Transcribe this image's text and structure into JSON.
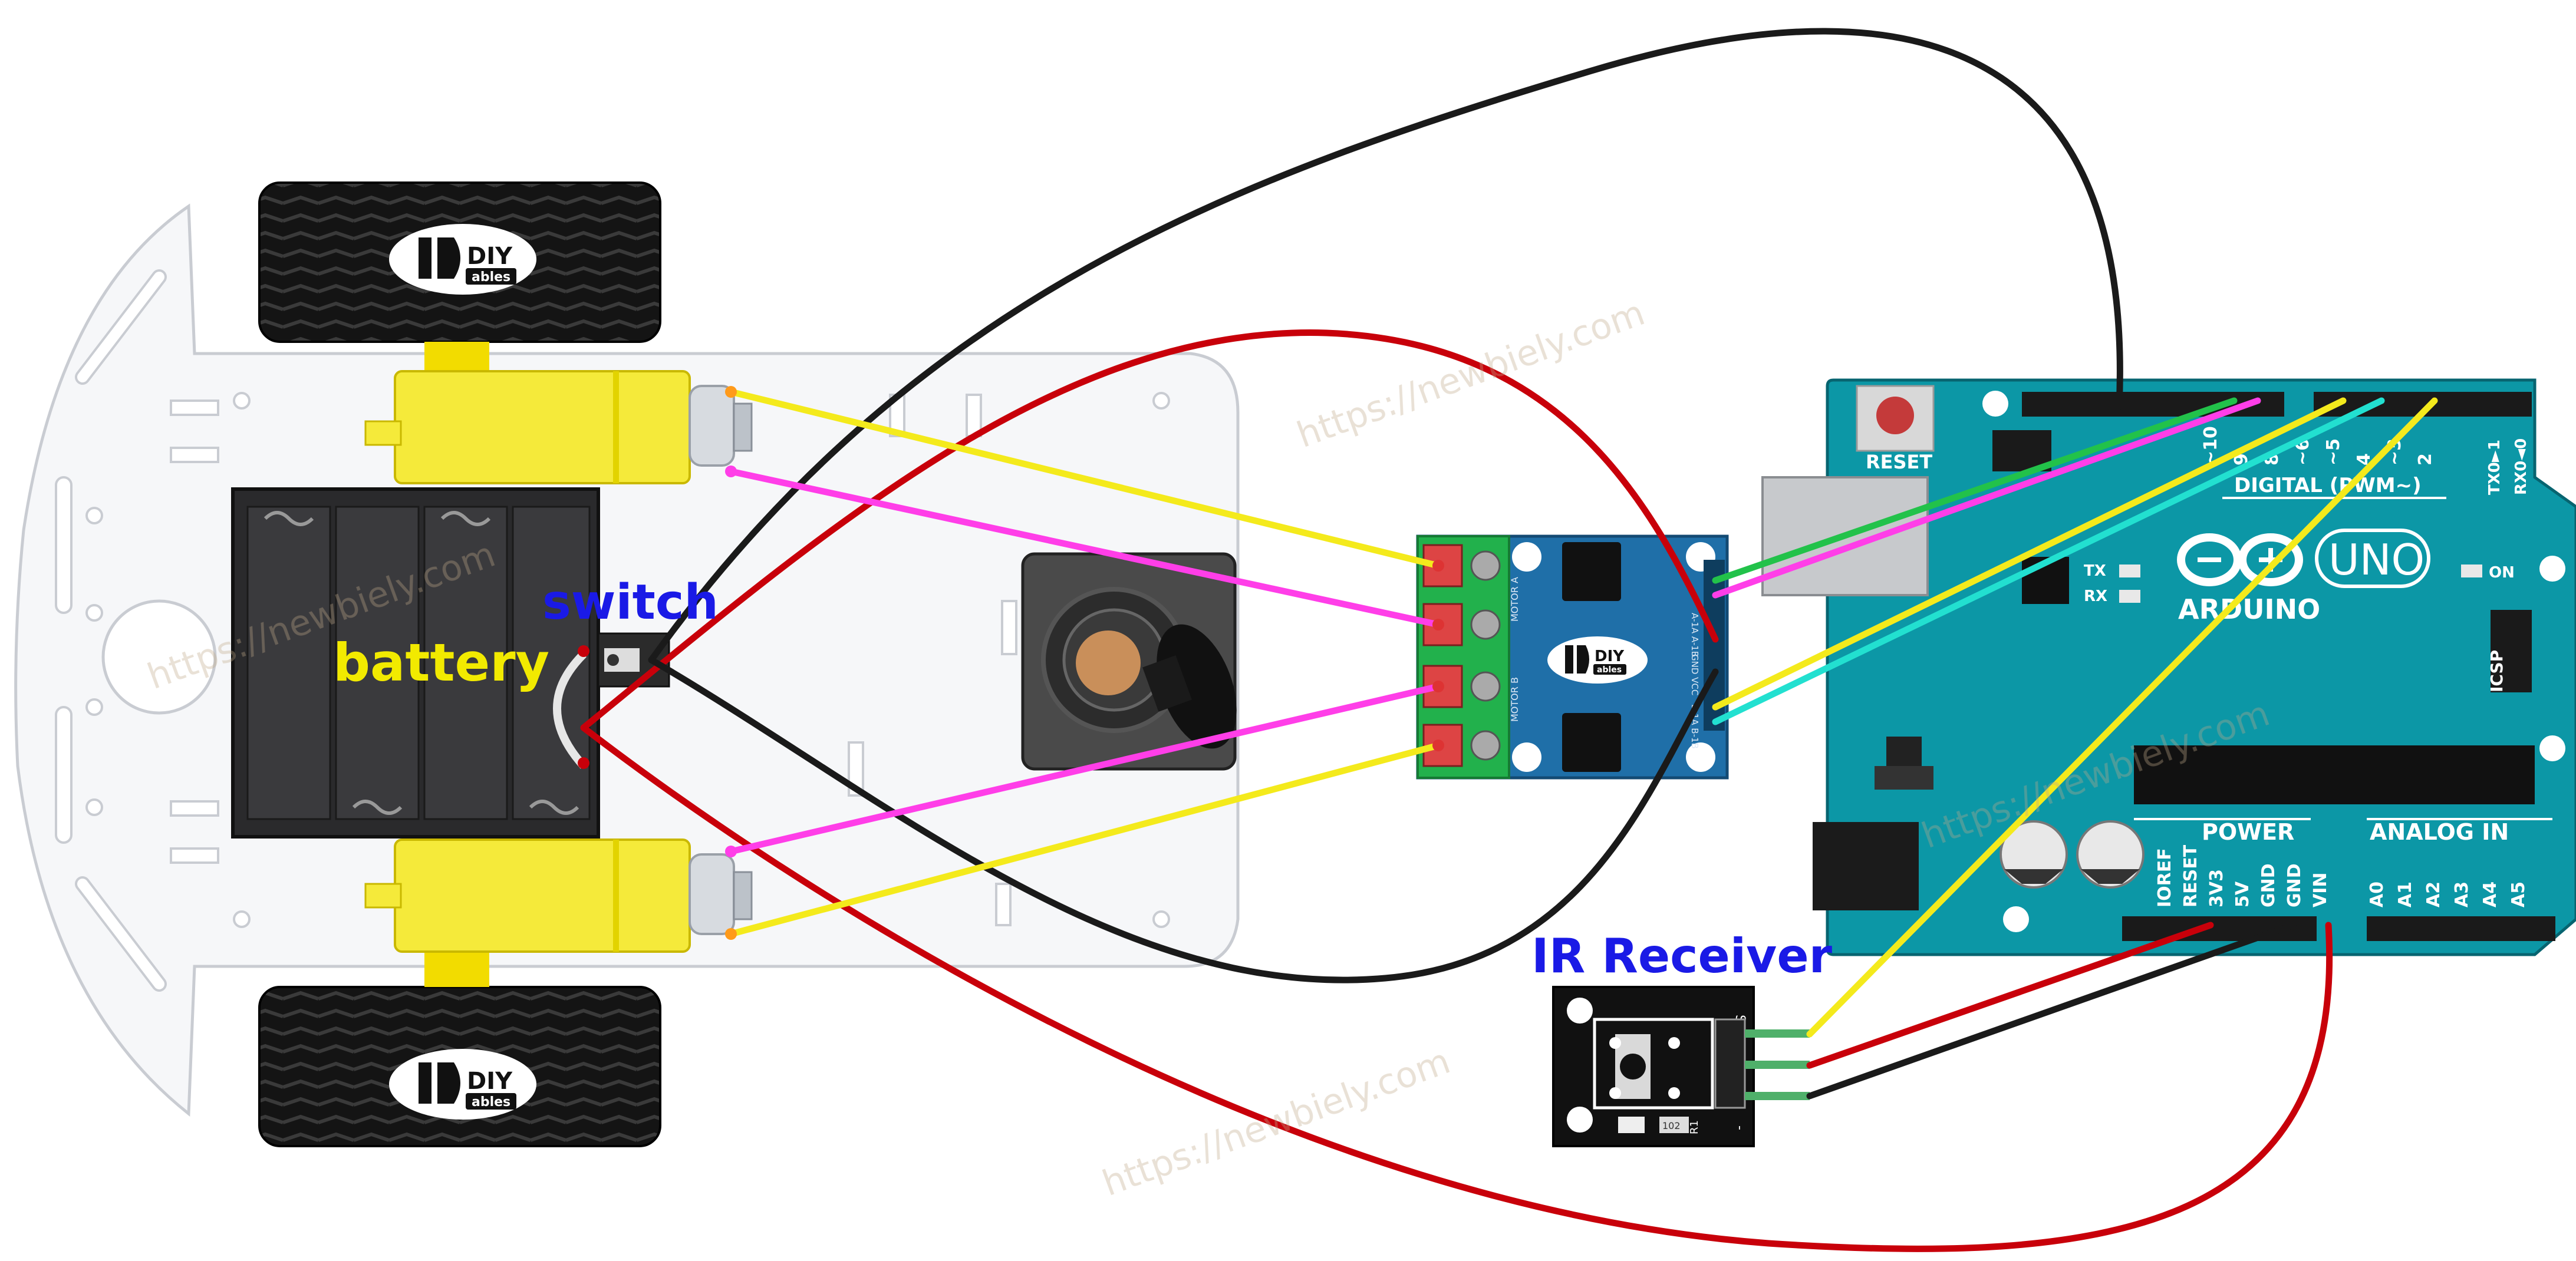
{
  "labels": {
    "battery": "battery",
    "switch": "switch",
    "ir_receiver": "IR Receiver"
  },
  "watermark": "https://newbiely.com",
  "logo": {
    "diy": "DIY",
    "ables": "ables"
  },
  "arduino": {
    "brand": "ARDUINO",
    "model": "UNO",
    "reset": "RESET",
    "digital": "DIGITAL (PWM~)",
    "power": "POWER",
    "analog_in": "ANALOG IN",
    "on": "ON",
    "icsp": "ICSP",
    "tx": "TX",
    "rx": "RX",
    "tx0": "TX0►1",
    "rx0": "RX0◄0",
    "power_pins": [
      "IOREF",
      "RESET",
      "3V3",
      "5V",
      "GND",
      "GND",
      "VIN"
    ],
    "analog_pins": [
      "A0",
      "A1",
      "A2",
      "A3",
      "A4",
      "A5"
    ],
    "digital_pins": [
      "~10",
      "9",
      "8",
      "~6",
      "~5",
      "4",
      "~3",
      "2"
    ]
  },
  "driver": {
    "motor_a": "MOTOR A",
    "motor_b": "MOTOR B",
    "pins_top": "A-1A A-1B",
    "pins_bottom": "B-1A B-1B",
    "gnd_vcc": "GND VCC"
  },
  "ir_module": {
    "s": "S",
    "minus": "-",
    "r1": "R1",
    "code": "102"
  },
  "colors": {
    "wire_red": "#c8000a",
    "wire_black": "#1a1a1a",
    "wire_yellow": "#f4ea1c",
    "wire_pink": "#ff3ee8",
    "wire_green": "#22c24a",
    "wire_cyan": "#22e0d0",
    "arduino_teal": "#0c97a6",
    "driver_blue": "#1f6fa8",
    "motor_yellow": "#f5ea3a",
    "label_yellow": "#f2ea00",
    "label_blue": "#1a1ae6"
  }
}
